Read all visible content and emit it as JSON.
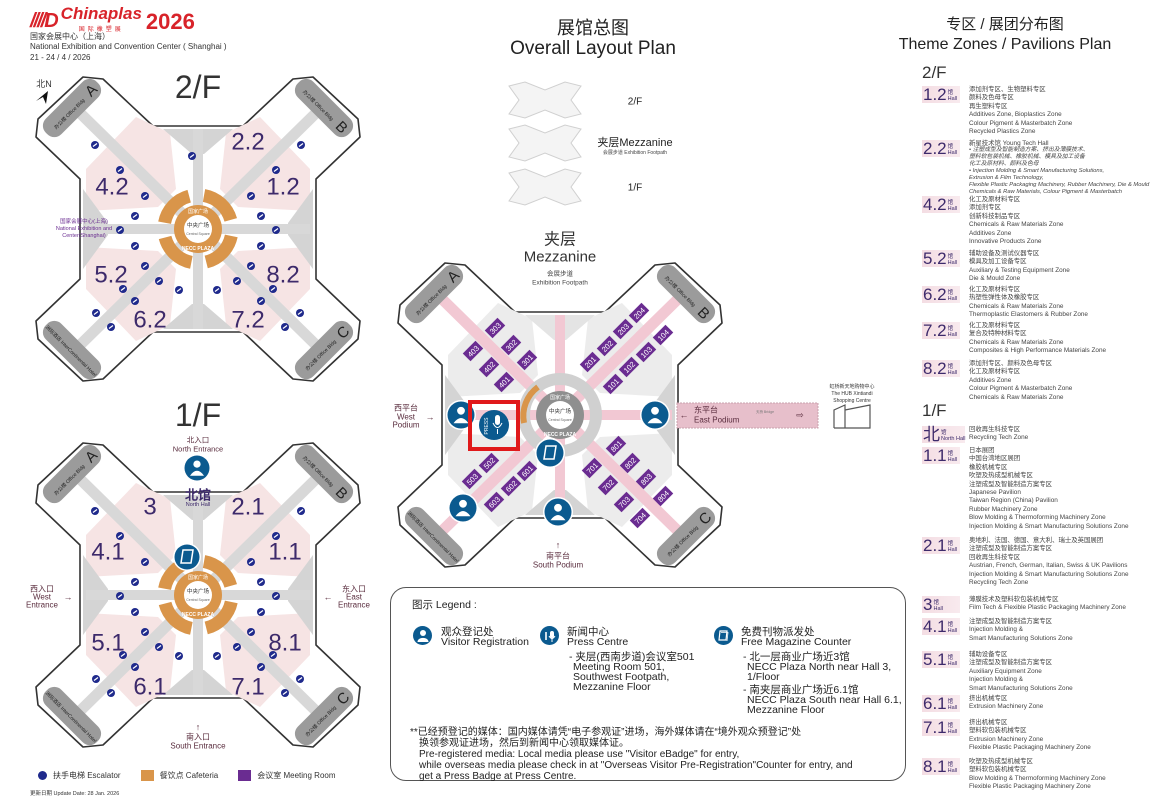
{
  "header": {
    "brand": "Chinaplas",
    "brand_cn": "国际橡塑展",
    "year": "2026",
    "venue_cn": "国家会展中心（上海）",
    "venue_en": "National Exhibition and Convention Center ( Shanghai )",
    "dates": "21 - 24 / 4 / 2026"
  },
  "overview": {
    "title_cn": "展馆总图",
    "title_en": "Overall Layout Plan",
    "levels": {
      "top": "2/F",
      "mid": "夹层Mezzanine",
      "mid_sub": "会展步道 Exhibition Footpath",
      "bottom": "1/F"
    }
  },
  "compass": {
    "label": "北N"
  },
  "floor2": {
    "title": "2/F",
    "halls": [
      "4.2",
      "2.2",
      "1.2",
      "5.2",
      "8.2",
      "6.2",
      "7.2"
    ],
    "necc_label": [
      "国家会展中心(上海)",
      "National Exhibition and",
      "Center(Shanghai)"
    ]
  },
  "floor1": {
    "title": "1/F",
    "halls": [
      "3",
      "2.1",
      "4.1",
      "1.1",
      "5.1",
      "8.1",
      "6.1",
      "7.1"
    ],
    "north_entrance": {
      "cn": "北入口",
      "en": "North Entrance"
    },
    "north_hall": {
      "cn": "北馆",
      "en": "North Hall"
    },
    "west_entrance": {
      "cn": "西入口",
      "en1": "West",
      "en2": "Entrance"
    },
    "east_entrance": {
      "cn": "东入口",
      "en1": "East",
      "en2": "Entrance"
    },
    "south_entrance": {
      "cn": "南入口",
      "en": "South Entrance"
    }
  },
  "map_common": {
    "office_a": "A",
    "office_b": "B",
    "office_c": "C",
    "office_bldg": "办公楼 Office Bldg",
    "hotel": "洲际酒店 InterContinental Hotel",
    "plaza_cn": "中央广场",
    "plaza_en": "Central Square",
    "necc_plaza": "NECC PLAZA",
    "plaza_top": "国家广场"
  },
  "mezzanine": {
    "title_cn": "夹层",
    "title_en": "Mezzanine",
    "footpath_cn": "会展步道",
    "footpath_en": "Exhibition Footpath",
    "west_podium": {
      "cn": "西平台",
      "en1": "West",
      "en2": "Podium"
    },
    "east_podium": {
      "cn": "东平台",
      "en": "East Podium"
    },
    "south_podium": {
      "cn": "南平台",
      "en": "South Podium"
    },
    "bridge": "天桥 Bridge",
    "hub": [
      "虹桥新天地购物中心",
      "The HUB Xintiandi",
      "Shopping Centre"
    ],
    "press_label": "PRESS",
    "meeting_rooms": [
      "303",
      "302",
      "301",
      "403",
      "402",
      "401",
      "502",
      "503",
      "601",
      "602",
      "603",
      "204",
      "203",
      "202",
      "201",
      "104",
      "103",
      "102",
      "101",
      "801",
      "802",
      "803",
      "804",
      "701",
      "702",
      "703",
      "704"
    ]
  },
  "legend": {
    "title": "图示 Legend :",
    "visitor": {
      "cn": "观众登记处",
      "en": "Visitor Registration"
    },
    "press": {
      "cn": "新闻中心",
      "en": "Press Centre",
      "detail": [
        "- 夹层(西南步道)会议室501",
        "Meeting Room 501,",
        "Southwest Footpath,",
        "Mezzanine Floor"
      ]
    },
    "magazine": {
      "cn": "免费刊物派发处",
      "en": "Free Magazine Counter",
      "north": [
        "- 北一层商业广场近3馆",
        "NECC Plaza North near Hall 3,",
        "1/Floor"
      ],
      "south": [
        "- 南夹层商业广场近6.1馆",
        "NECC Plaza South near Hall 6.1,",
        "Mezzanine Floor"
      ]
    },
    "note": [
      "**已经预登记的媒体：国内媒体请凭“电子参观证”进场，海外媒体请在“境外观众预登记”处",
      "换领参观证进场，然后到新闻中心领取媒体证。",
      "Pre-registered media: Local media please use \"Visitor eBadge\" for entry,",
      "while overseas media please check in at \"Overseas Visitor Pre-Registration\"Counter  for entry, and",
      "get a Press Badge at Press Centre."
    ]
  },
  "bottom_legend": {
    "escalator": "扶手电梯 Escalator",
    "cafeteria": "餐饮点 Cafeteria",
    "meeting_room": "会议室 Meeting Room",
    "update": "更新日期 Update Date: 28 Jan. 2026"
  },
  "colors": {
    "hall_text": "#3d2a6b",
    "hall_fill": "#f6e4e4",
    "corridor": "#d8d8d8",
    "cafeteria": "#d9954a",
    "meeting_room": "#6a2c91",
    "service_blue": "#0b5a8f",
    "escalator": "#1f2a8c",
    "footpath": "#f2c8d3",
    "highlight": "#e0191b"
  },
  "theme_zones": {
    "title_cn": "专区 / 展团分布图",
    "title_en": "Theme Zones / Pavilions Plan",
    "floor2_label": "2/F",
    "floor1_label": "1/F",
    "hall_cn": "馆",
    "hall_en": "Hall",
    "zones": [
      {
        "hall": "1.2",
        "lines": [
          "添加剂专区、生物塑料专区",
          "颜料及色母专区",
          "再生塑料专区",
          "Additives Zone, Bioplastics Zone",
          "Colour Pigment & Masterbatch Zone",
          "Recycled Plastics Zone"
        ]
      },
      {
        "hall": "2.2",
        "lines": [
          "新星技术馆 Young Tech Hall",
          "• 注塑成型及智能制造方案、挤出及薄膜技术、",
          "  塑料软包装机械、橡胶机械、模具及加工设备",
          "  化工及原材料、颜料及色母",
          "• Injection Molding & Smart Manufacturing Solutions,",
          "  Extrusion & Film Technology,",
          "  Flexible Plastic Packaging Machinery, Rubber Machinery, Die & Mould",
          "  Chemicals & Raw Materials, Colour Pigment & Masterbatch"
        ]
      },
      {
        "hall": "4.2",
        "lines": [
          "化工及原材料专区",
          "添加剂专区",
          "创新科技制品专区",
          "Chemicals & Raw Materials Zone",
          "Additives Zone",
          "Innovative Products Zone"
        ]
      },
      {
        "hall": "5.2",
        "lines": [
          "辅助设备及测试仪器专区",
          "模具及加工设备专区",
          "Auxiliary & Testing Equipment Zone",
          "Die & Mould Zone"
        ]
      },
      {
        "hall": "6.2",
        "lines": [
          "化工及原材料专区",
          "热塑性弹性体及橡胶专区",
          "Chemicals & Raw Materials Zone",
          "Thermoplastic Elastomers & Rubber Zone"
        ]
      },
      {
        "hall": "7.2",
        "lines": [
          "化工及原材料专区",
          "复合及特种材料专区",
          "Chemicals & Raw Materials Zone",
          "Composites & High Performance Materials Zone"
        ]
      },
      {
        "hall": "8.2",
        "lines": [
          "添加剂专区、颜料及色母专区",
          "化工及原材料专区",
          "Additives Zone",
          "Colour Pigment & Masterbatch Zone",
          "Chemicals & Raw Materials Zone"
        ]
      },
      {
        "hall": "北",
        "hall_en": "North Hall",
        "lines": [
          "回收再生科技专区",
          "Recycling Tech Zone"
        ]
      },
      {
        "hall": "1.1",
        "lines": [
          "日本展团",
          "中国台湾地区展团",
          "橡胶机械专区",
          "吹塑及热成型机械专区",
          "注塑成型及智能制造方案专区",
          "Japanese Pavilion",
          "Taiwan Region (China) Pavilion",
          "Rubber Machinery Zone",
          "Blow Molding & Thermoforming Machinery Zone",
          "Injection Molding & Smart Manufacturing Solutions Zone"
        ]
      },
      {
        "hall": "2.1",
        "lines": [
          "奥地利、法国、德国、意大利、瑞士及英国展团",
          "注塑成型及智能制造方案专区",
          "回收再生科技专区",
          "Austrian, French, German, Italian, Swiss & UK Pavilions",
          "Injection Molding & Smart Manufacturing Solutions Zone",
          "Recycling Tech Zone"
        ]
      },
      {
        "hall": "3",
        "lines": [
          "薄膜技术及塑料软包装机械专区",
          "Film Tech &  Flexible Plastic Packaging Machinery Zone"
        ]
      },
      {
        "hall": "4.1",
        "lines": [
          "注塑成型及智能制造方案专区",
          "Injection Molding &",
          "Smart Manufacturing Solutions Zone"
        ]
      },
      {
        "hall": "5.1",
        "lines": [
          "辅助设备专区",
          "注塑成型及智能制造方案专区",
          "Auxiliary Equipment Zone",
          "Injection Molding &",
          "Smart Manufacturing Solutions Zone"
        ]
      },
      {
        "hall": "6.1",
        "lines": [
          "挤出机械专区",
          "Extrusion Machinery Zone"
        ]
      },
      {
        "hall": "7.1",
        "lines": [
          "挤出机械专区",
          "塑料软包装机械专区",
          "Extrusion Machinery Zone",
          "Flexible Plastic Packaging Machinery Zone"
        ]
      },
      {
        "hall": "8.1",
        "lines": [
          "吹塑及热成型机械专区",
          "塑料软包装机械专区",
          "Blow Molding & Thermoforming Machinery Zone",
          "Flexible Plastic Packaging Machinery Zone"
        ]
      }
    ]
  }
}
